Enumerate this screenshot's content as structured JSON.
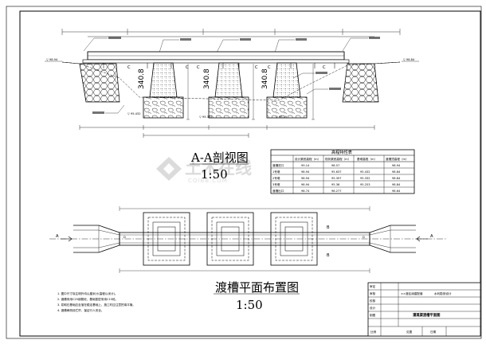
{
  "section_view": {
    "title": "A-A剖视图",
    "scale": "1:50",
    "pier_height_labels": [
      "340.8",
      "340.8",
      "340.8"
    ],
    "beam_label": "C",
    "elevation_labels": [
      "▽ 98.94",
      "▽ 98.84",
      "▽ 95.432",
      "▽ 95.332",
      "▽ 95.25"
    ]
  },
  "elevation_table": {
    "title": "高程特性表",
    "headers": [
      "",
      "设计渠底高程（m）",
      "现状渠底高程（m）",
      "基墩高程（m）",
      "渡槽顶高程（m）"
    ],
    "rows": [
      [
        "渡槽进口",
        "99.14",
        "98.57",
        "",
        "98.94"
      ],
      [
        "1号墩",
        "98.94",
        "95.637",
        "95.432",
        "98.84"
      ],
      [
        "2号墩",
        "98.94",
        "95.397",
        "95.332",
        "98.84"
      ],
      [
        "3号墩",
        "98.94",
        "95.36",
        "95.253",
        "98.84"
      ],
      [
        "渡槽出口",
        "98.74",
        "98.277",
        "",
        "98.64"
      ]
    ]
  },
  "plan_view": {
    "title": "渡槽平面布置图",
    "scale": "1:50",
    "section_markers": [
      "A",
      "A"
    ],
    "side_markers": [
      "B",
      "B",
      "D",
      "D"
    ]
  },
  "notes": {
    "lines": [
      "1. 图中尺寸除注明外均以厘米计(高程以米计)。",
      "2. 渡槽采用C25钢筋砼，基础垫层采用C15砼。",
      "3. 浆砌石基础应坐落在稳定基础上，施工时应注意挖填平衡。",
      "4. 渡槽两侧设栏杆，保证行人安全。"
    ]
  },
  "title_block": {
    "project_label": "××灌区续建配套",
    "designer_label": "水利勘测设计",
    "drawing_title": "灌溉渠渡槽平面图",
    "row_labels": [
      "审定",
      "审核",
      "校核",
      "设计",
      "制图"
    ],
    "bottom_cells": [
      "比例",
      "见图",
      "日期"
    ]
  },
  "watermark": {
    "text": "土木在线",
    "subtext": "COIBB.COM"
  },
  "colors": {
    "line": "#000000",
    "watermark": "#d8d8d8"
  }
}
